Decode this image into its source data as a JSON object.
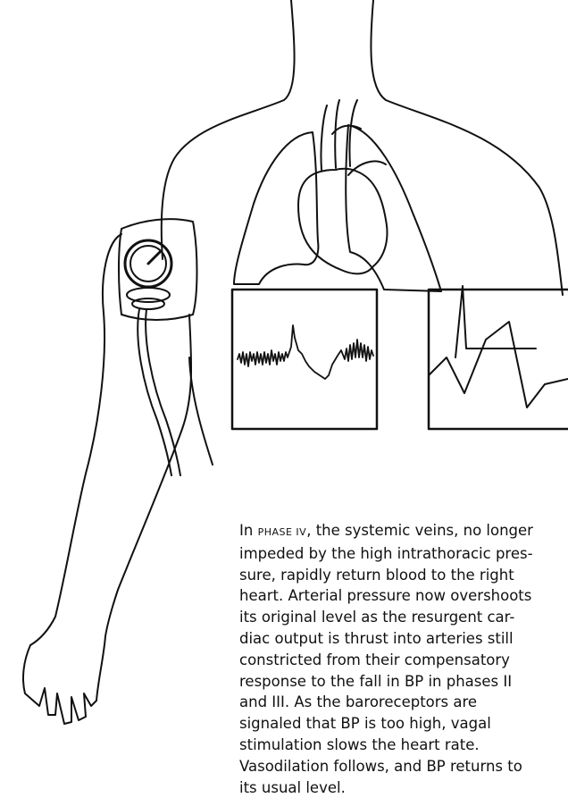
{
  "caption": {
    "lead": "In ",
    "phase_label": "PHASE IV",
    "lines": [
      ", the systemic veins, no longer",
      "impeded by the high intrathoracic pres-",
      "sure, rapidly return blood to the right",
      "heart. Arterial pressure now overshoots",
      "its original level as the resurgent car-",
      "diac output is thrust into arteries still",
      "constricted from their compensatory",
      "response to the fall in BP in phases II",
      "and III. As the baroreceptors are",
      "signaled that BP is too high, vagal",
      "stimulation slows the heart rate.",
      "Vasodilation follows, and BP returns to",
      "its usual level."
    ]
  },
  "colors": {
    "ink": "#111111",
    "background": "#ffffff"
  }
}
